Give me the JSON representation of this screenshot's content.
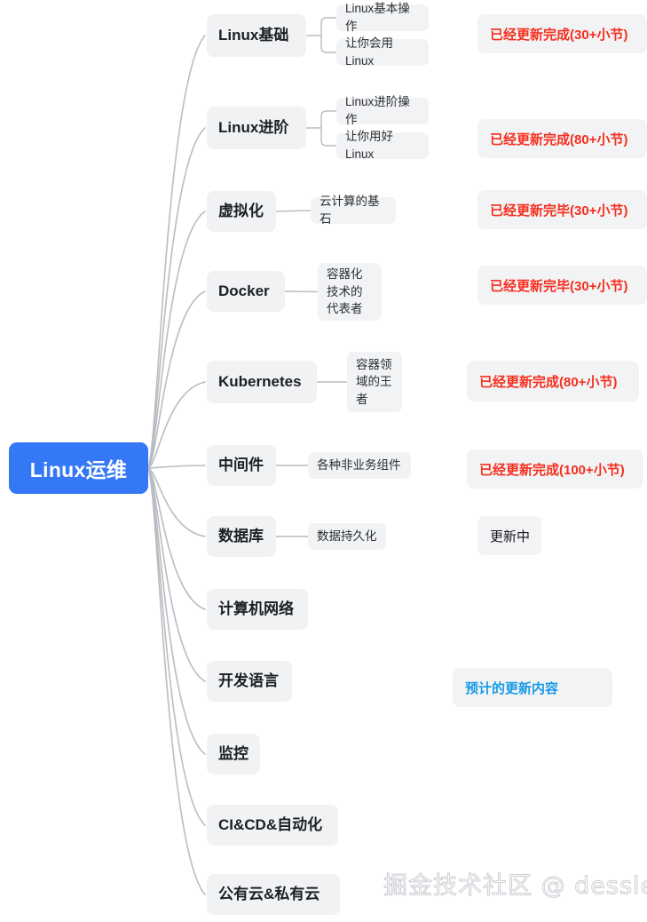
{
  "root": {
    "label": "Linux运维",
    "color": "#3578f6",
    "text_color": "#ffffff"
  },
  "colors": {
    "node_bg": "#f1f2f4",
    "detail_bg": "#f2f3f5",
    "edge": "#b9bcc2",
    "status_done": "#f52f1e",
    "status_progress": "#18191c",
    "status_planned": "#1a9ae6",
    "watermark": "#c9ccd1"
  },
  "watermark": "掘金技术社区 @ dessler",
  "branches": [
    {
      "topic": "Linux基础",
      "details": [
        "Linux基本操作",
        "让你会用Linux"
      ],
      "status": "已经更新完成(30+小节)",
      "status_type": "done"
    },
    {
      "topic": "Linux进阶",
      "details": [
        "Linux进阶操作",
        "让你用好Linux"
      ],
      "status": "已经更新完成(80+小节)",
      "status_type": "done"
    },
    {
      "topic": "虚拟化",
      "details": [
        "云计算的基石"
      ],
      "status": "已经更新完毕(30+小节)",
      "status_type": "done"
    },
    {
      "topic": "Docker",
      "details": [
        "容器化技术的代表者"
      ],
      "status": "已经更新完毕(30+小节)",
      "status_type": "done"
    },
    {
      "topic": "Kubernetes",
      "details": [
        "容器领域的王者"
      ],
      "status": "已经更新完成(80+小节)",
      "status_type": "done"
    },
    {
      "topic": "中间件",
      "details": [
        "各种非业务组件"
      ],
      "status": "已经更新完成(100+小节)",
      "status_type": "done"
    },
    {
      "topic": "数据库",
      "details": [
        "数据持久化"
      ],
      "status": "更新中",
      "status_type": "progress"
    },
    {
      "topic": "计算机网络",
      "details": [],
      "status": "",
      "status_type": "none"
    },
    {
      "topic": "开发语言",
      "details": [],
      "status": "预计的更新内容",
      "status_type": "planned"
    },
    {
      "topic": "监控",
      "details": [],
      "status": "",
      "status_type": "none"
    },
    {
      "topic": "CI&CD&自动化",
      "details": [],
      "status": "",
      "status_type": "none"
    },
    {
      "topic": "公有云&私有云",
      "details": [],
      "status": "",
      "status_type": "none"
    }
  ]
}
